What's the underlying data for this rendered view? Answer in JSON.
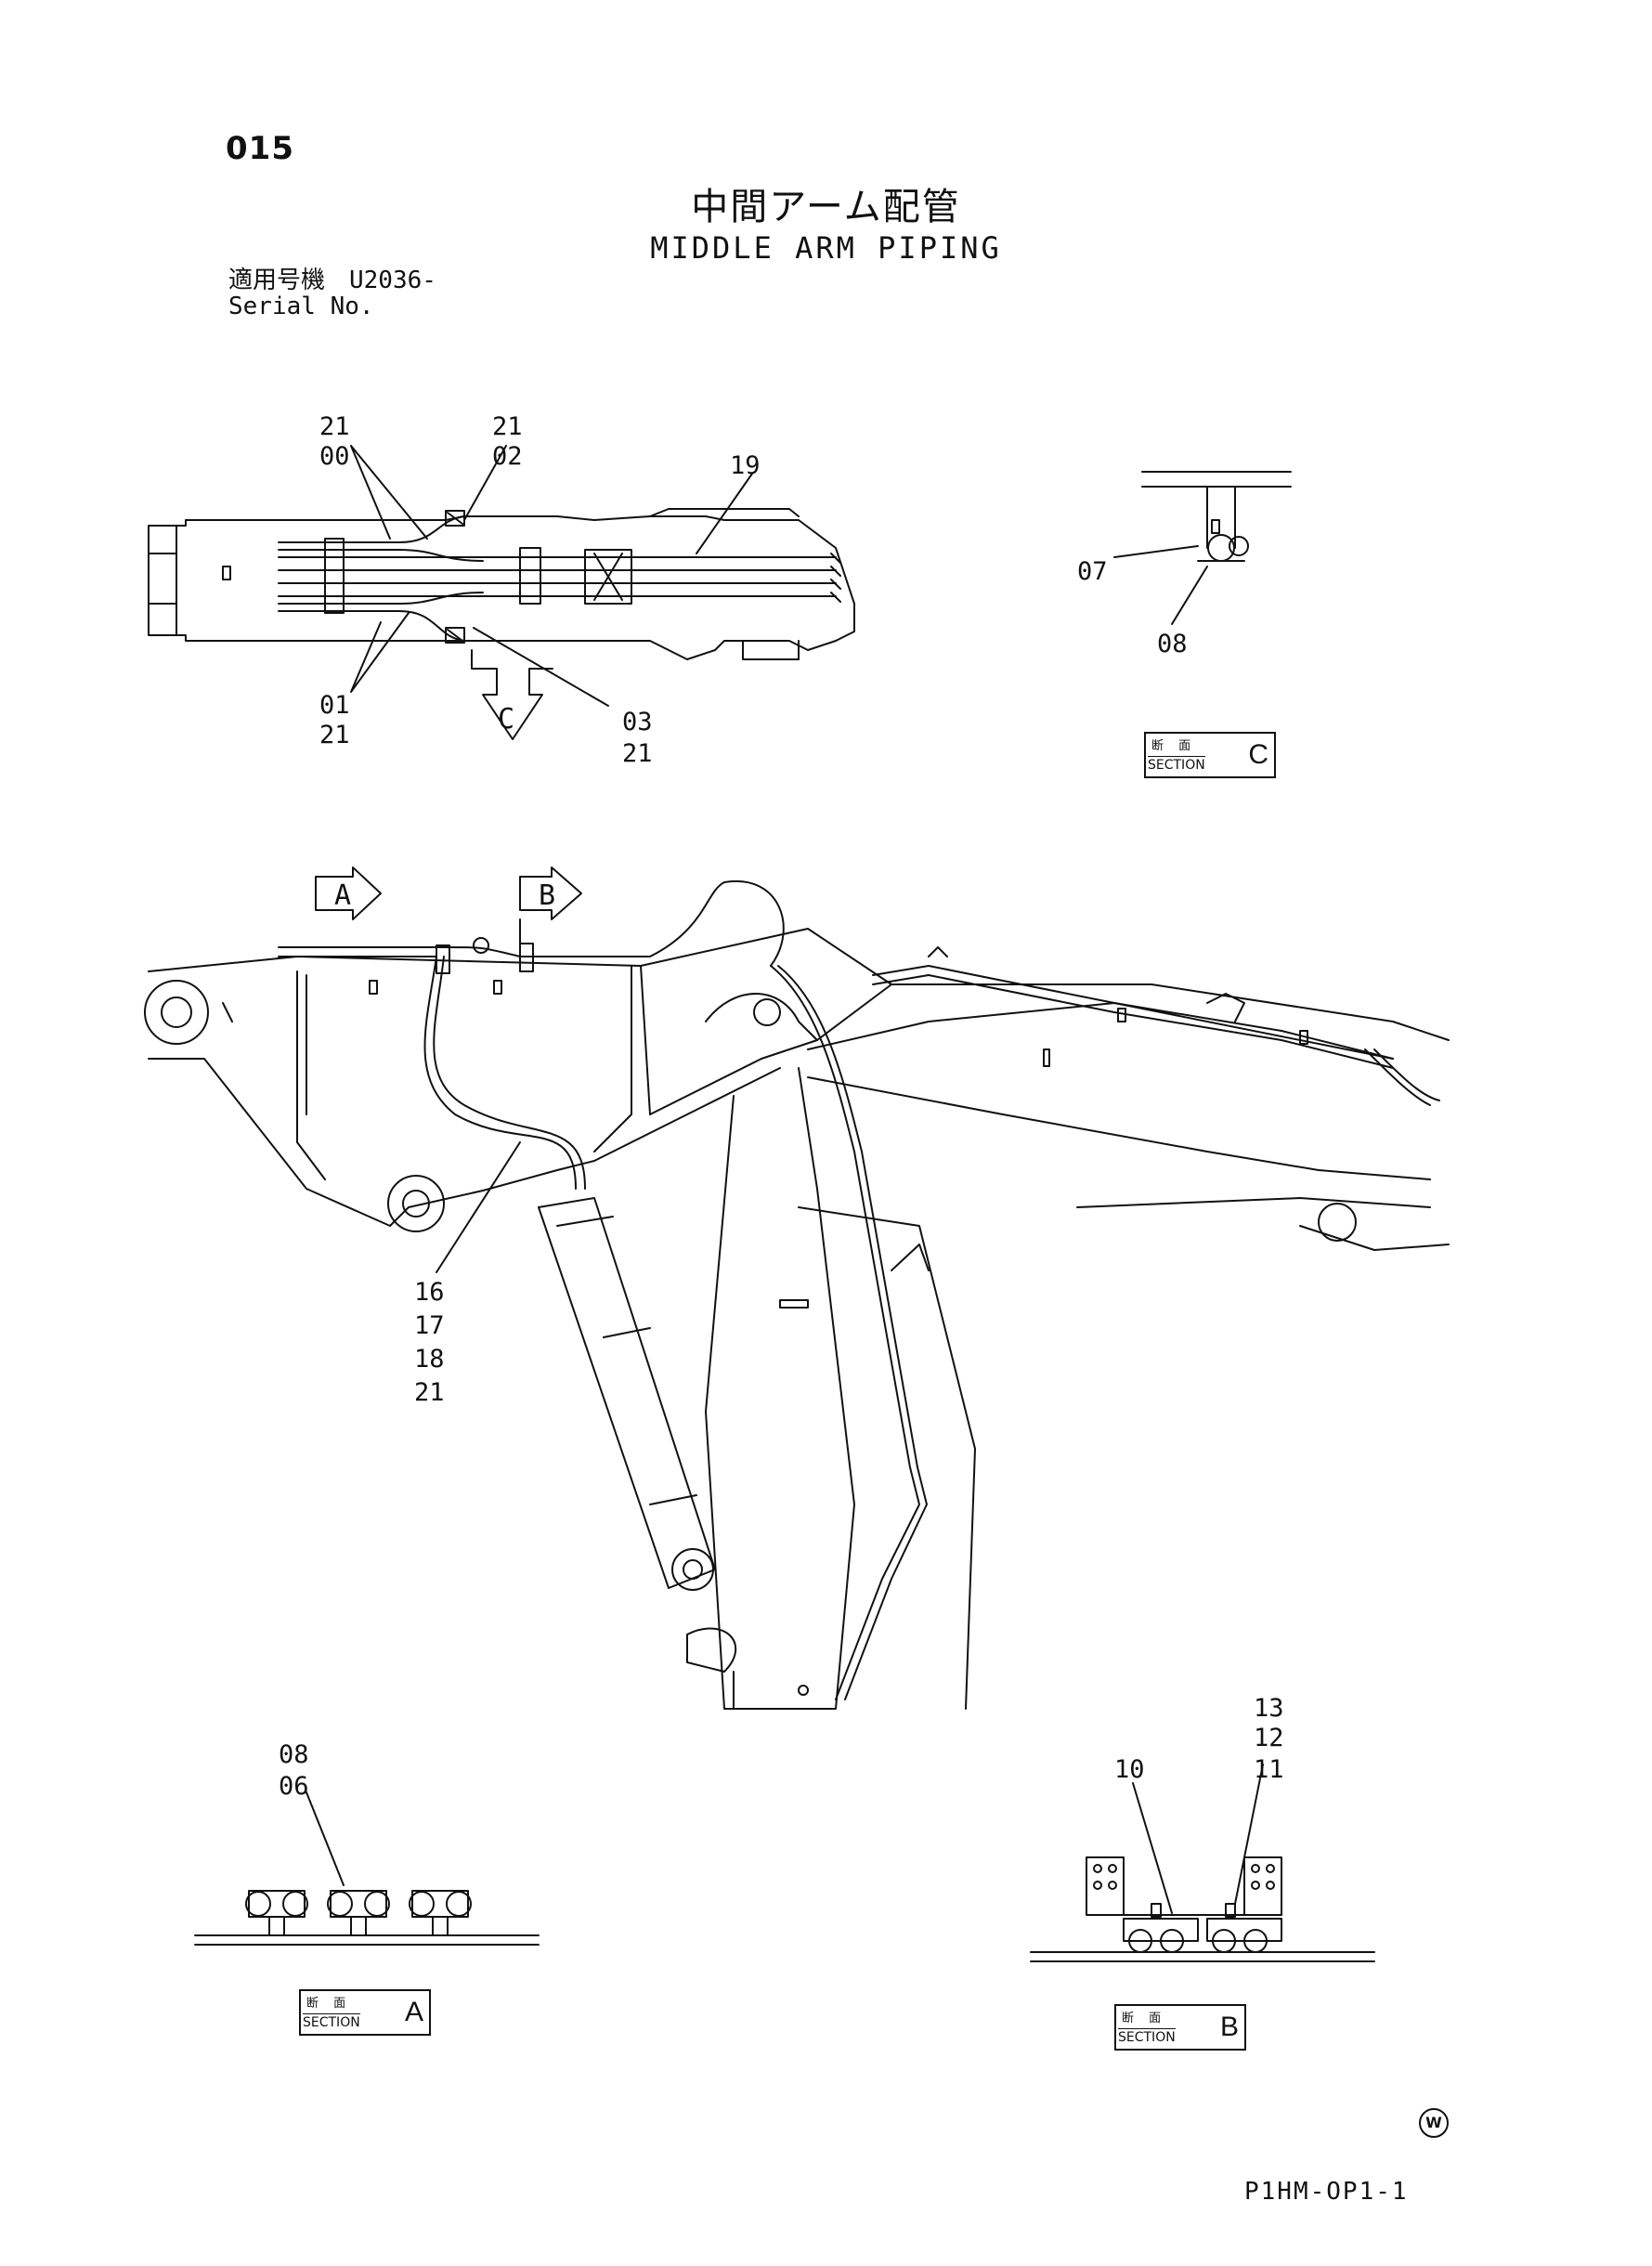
{
  "page_number": "015",
  "title_jp": "中間アーム配管",
  "title_en": "MIDDLE ARM PIPING",
  "serial_jp": "適用号機　U2036-",
  "serial_en": "Serial No.",
  "doc_code": "P1HM-OP1-1",
  "watermark": "W",
  "callouts": {
    "top_21a": "21",
    "top_00": "00",
    "top_21b": "21",
    "top_02": "02",
    "top_19": "19",
    "top_01": "01",
    "top_21c": "21",
    "top_03": "03",
    "top_21d": "21",
    "c_07": "07",
    "c_08": "08",
    "main_16": "16",
    "main_17": "17",
    "main_18": "18",
    "main_21": "21",
    "a_08": "08",
    "a_06": "06",
    "b_13": "13",
    "b_12": "12",
    "b_11": "11",
    "b_10": "10"
  },
  "view_arrows": {
    "a": "A",
    "b": "B",
    "c": "C"
  },
  "sections": [
    {
      "jp": "断 面",
      "en": "SECTION",
      "letter": "C"
    },
    {
      "jp": "断 面",
      "en": "SECTION",
      "letter": "A"
    },
    {
      "jp": "断 面",
      "en": "SECTION",
      "letter": "B"
    }
  ]
}
